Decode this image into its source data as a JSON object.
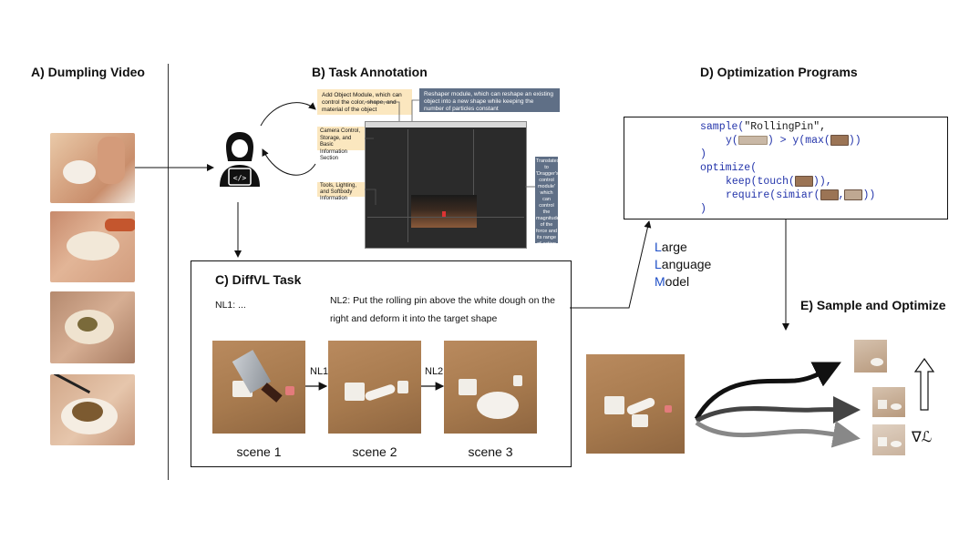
{
  "sections": {
    "a": "A) Dumpling Video",
    "b": "B) Task Annotation",
    "c": "C) DiffVL Task",
    "d": "D) Optimization Programs",
    "e": "E) Sample and Optimize"
  },
  "annotation": {
    "add_object": "Add Object Module, which can control the color, shape, and material of the object",
    "reshaper": "Reshaper module, which can reshape an existing object into a new shape while keeping the number of particles constant",
    "camera": "Camera Control, Storage, and Basic Information Section",
    "tools": "Tools, Lighting, and Softbody Information",
    "dragger": "Translates to 'Dragger's control module' which can control the magnitude of the force and its range of action"
  },
  "task": {
    "nl1": "NL1: ...",
    "nl2": "NL2: Put the rolling pin above the white dough on the right and deform it into the target shape",
    "arrow1": "NL1",
    "arrow2": "NL2",
    "scenes": [
      "scene 1",
      "scene 2",
      "scene 3"
    ]
  },
  "llm": {
    "l1_cap": "L",
    "l1_rest": "arge",
    "l2_cap": "L",
    "l2_rest": "anguage",
    "l3_cap": "M",
    "l3_rest": "odel"
  },
  "program": {
    "sample": "sample(",
    "rolling": "\"RollingPin\"",
    "comma": ",",
    "y_open": "y(",
    "gt": ") > y(max(",
    "close2": "))",
    "paren": ")",
    "optimize": "optimize(",
    "keep": "keep(touch(",
    "keep_close": ")),",
    "require": "require(simiar(",
    "req_comma": ",",
    "req_close": "))",
    "final": ")"
  },
  "grad": "∇ℒ"
}
